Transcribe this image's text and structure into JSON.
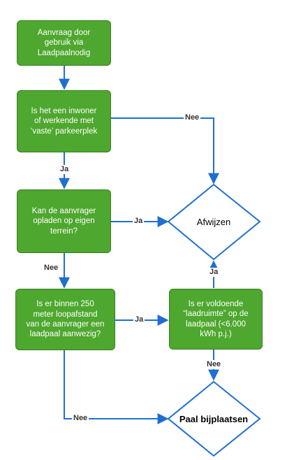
{
  "nodes": {
    "start": "Aanvraag door\ngebruik via\nLaadpaalnodig",
    "q_resident": "Is het een inwoner\nof werkende met\n‘vaste’ parkeerplek",
    "q_own_terrain": "Kan de aanvrager\nopladen op eigen\nterrein?",
    "q_nearby": "Is er binnen 250\nmeter loopafstand\nvan de aanvrager een\nlaadpaal aanwezig?",
    "q_capacity": "Is er voldoende\n“laadruimte” op de\nlaadpaal (<6.000\nkWh p.j.)",
    "reject": "Afwijzen",
    "place": "Paal bijplaatsen"
  },
  "edges": {
    "resident_no": "Nee",
    "resident_yes": "Ja",
    "own_terrain_yes": "Ja",
    "own_terrain_no": "Nee",
    "nearby_yes": "Ja",
    "nearby_no": "Nee",
    "capacity_yes": "Ja",
    "capacity_no": "Nee"
  },
  "colors": {
    "box_fill": "#4ea72e",
    "box_border": "#3a7d22",
    "arrow": "#1f6fd1",
    "diamond_border": "#1f6fd1"
  }
}
